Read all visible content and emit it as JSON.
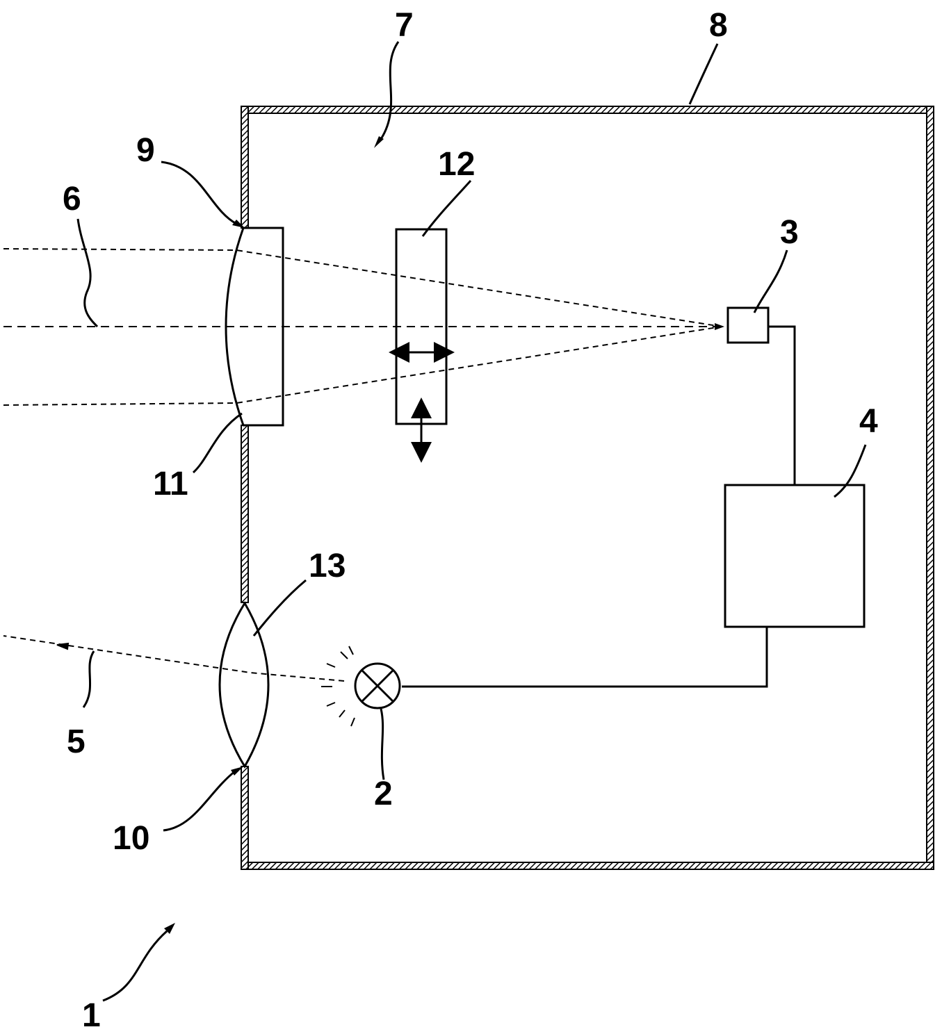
{
  "diagram": {
    "ref_labels": {
      "device": "1",
      "light_source": "2",
      "detector": "3",
      "control_unit": "4",
      "emitted_beam": "5",
      "received_beam": "6",
      "interior": "7",
      "housing": "8",
      "receive_window": "9",
      "transmit_window": "10",
      "receive_lens": "11",
      "movable_element": "12",
      "transmit_lens": "13"
    }
  }
}
